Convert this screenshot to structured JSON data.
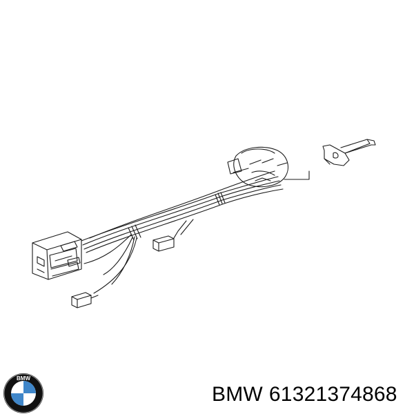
{
  "caption": {
    "brand": "BMW",
    "part_number": "61321374868"
  },
  "logo": {
    "lettering": "BMW",
    "icon": "bmw-roundel-icon",
    "colors": {
      "ring": "#111111",
      "blue": "#3f86c9",
      "white": "#ffffff"
    }
  },
  "colors": {
    "line": "#1a1a1a",
    "background": "#ffffff"
  }
}
